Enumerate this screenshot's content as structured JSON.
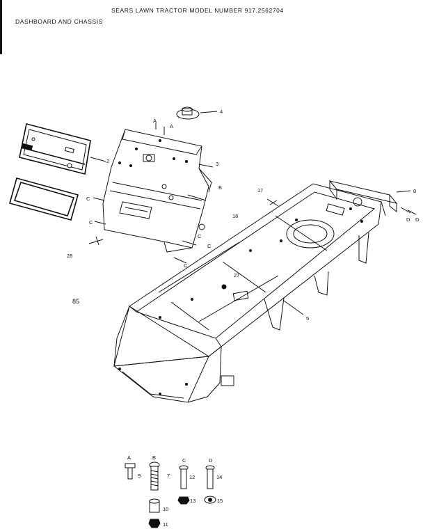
{
  "header": {
    "title": "SEARS LAWN TRACTOR MODEL NUMBER 917.2562704",
    "subtitle": "DASHBOARD AND CHASSIS"
  },
  "page_code": "85",
  "callouts": {
    "c2": "2",
    "c3": "3",
    "c4": "4",
    "c5": "5",
    "c8": "8",
    "c16": "16",
    "c17": "17",
    "c27": "27",
    "c28": "28",
    "a1": "A",
    "a2": "A",
    "b1": "B",
    "cc1": "C",
    "cc2": "C",
    "cc3": "C",
    "cc4": "C",
    "cc5": "C",
    "d1": "D",
    "d2": "D"
  },
  "hardware": [
    {
      "letter": "A",
      "part": "9"
    },
    {
      "letter": "B",
      "part": "7"
    },
    {
      "letter": "C",
      "part": "12"
    },
    {
      "letter": "D",
      "part": "14"
    }
  ],
  "hardware_extras": {
    "p10": "10",
    "p11": "11",
    "p13": "13",
    "p15": "15"
  }
}
